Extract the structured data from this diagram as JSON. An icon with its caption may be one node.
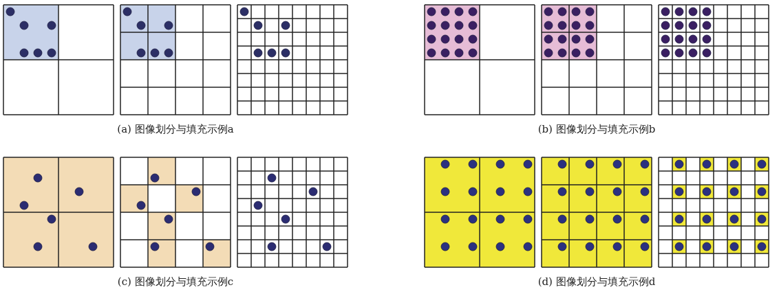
{
  "diagram": {
    "labels": [
      "(a) 图像划分与填充示例a",
      "(b) 图像划分与填充示例b",
      "(c) 图像划分与填充示例c",
      "(d) 图像划分与填充示例d"
    ]
  }
}
